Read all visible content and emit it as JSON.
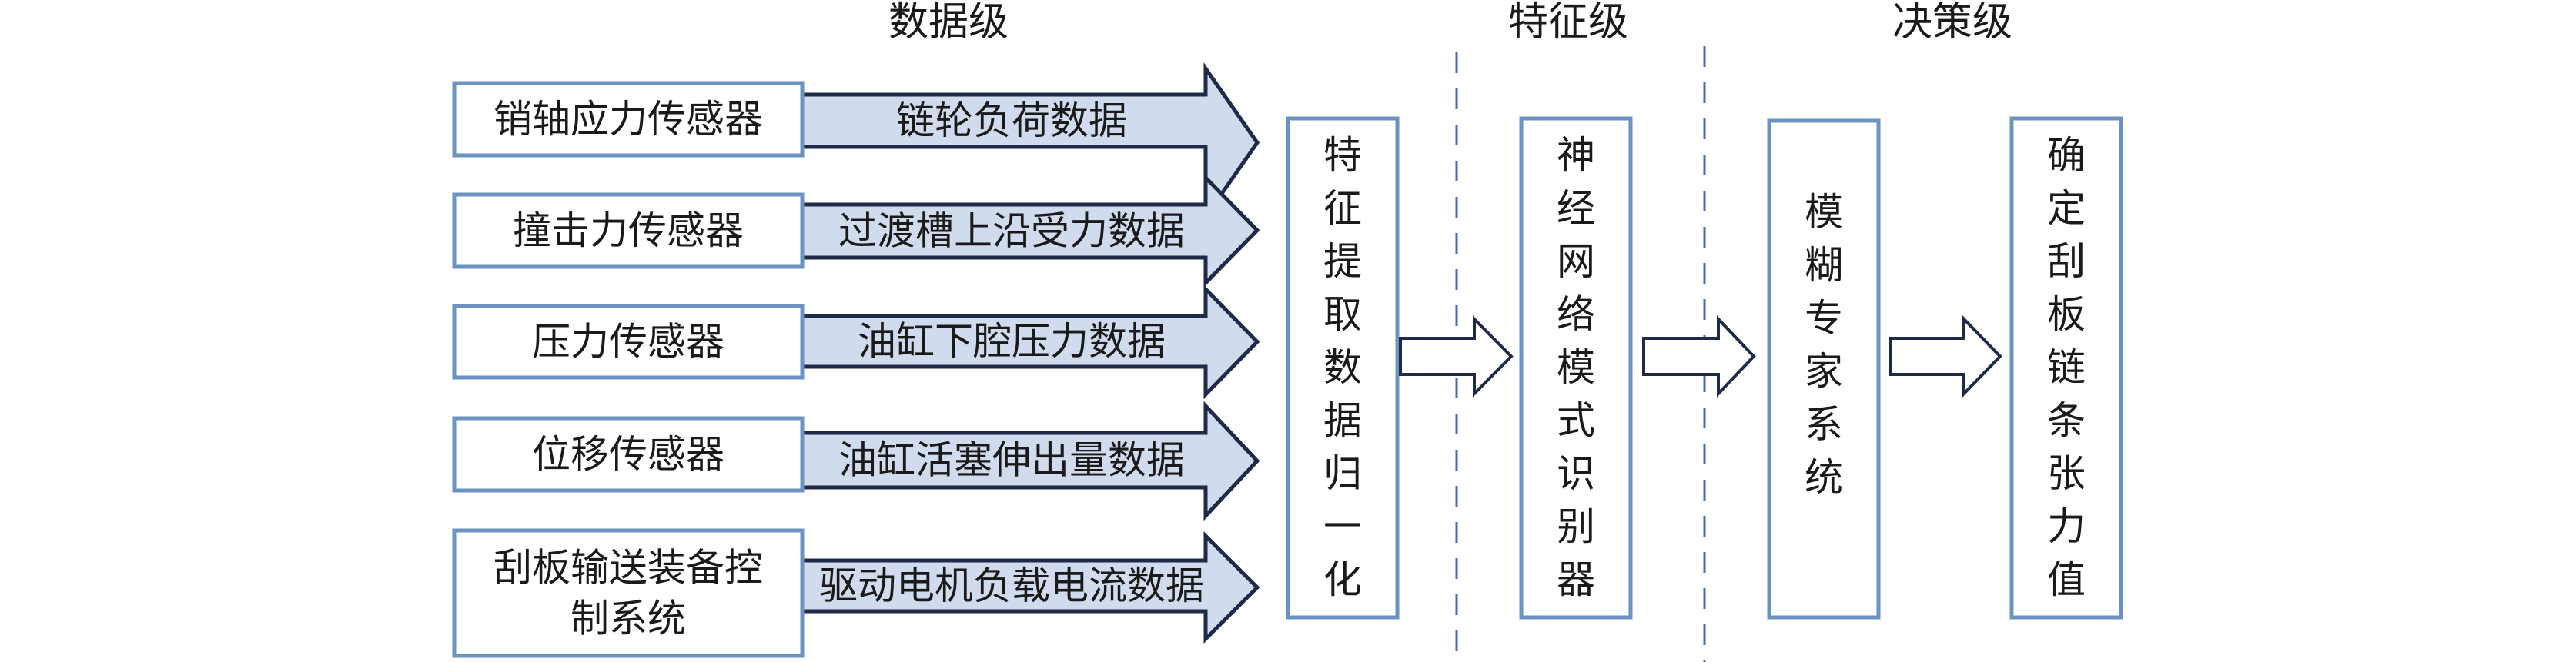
{
  "stages": [
    {
      "id": "data-level",
      "label": "数据级"
    },
    {
      "id": "feature-level",
      "label": "特征级"
    },
    {
      "id": "decision-level",
      "label": "决策级"
    }
  ],
  "sources": [
    {
      "id": "pin-stress-sensor",
      "label_lines": [
        "销轴应力传感器"
      ],
      "output_label": "链轮负荷数据"
    },
    {
      "id": "impact-sensor",
      "label_lines": [
        "撞击力传感器"
      ],
      "output_label": "过渡槽上沿受力数据"
    },
    {
      "id": "pressure-sensor",
      "label_lines": [
        "压力传感器"
      ],
      "output_label": "油缸下腔压力数据"
    },
    {
      "id": "displacement-sensor",
      "label_lines": [
        "位移传感器"
      ],
      "output_label": "油缸活塞伸出量数据"
    },
    {
      "id": "conveyor-control-system",
      "label_lines": [
        "刮板输送装备控",
        "制系统"
      ],
      "output_label": "驱动电机负载电流数据"
    }
  ],
  "pipeline": [
    {
      "id": "feature-extraction",
      "label": "特征提取数据归一化"
    },
    {
      "id": "neural-network-recognizer",
      "label": "神经网络模式识别器"
    },
    {
      "id": "fuzzy-expert-system",
      "label": "模糊专家系统"
    },
    {
      "id": "chain-tension-output",
      "label": "确定刮板链条张力值"
    }
  ],
  "colors": {
    "box_border": "#6a93c2",
    "data_arrow_fill": "#d0dcee",
    "arrow_stroke": "#1f2a48",
    "divider": "#4a6aab",
    "text": "#1a1a1a"
  }
}
